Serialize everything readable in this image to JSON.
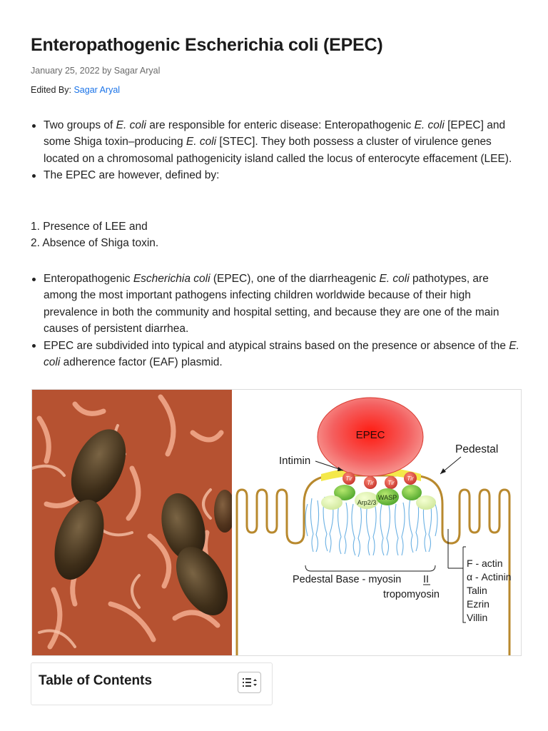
{
  "article": {
    "title": "Enteropathogenic Escherichia coli (EPEC)",
    "meta": "January 25, 2022 by Sagar Aryal",
    "edited_label": "Edited By: ",
    "edited_by": "Sagar Aryal"
  },
  "intro_bullets": [
    {
      "segments": [
        {
          "text": "Two groups of ",
          "italic": false
        },
        {
          "text": "E. coli",
          "italic": true
        },
        {
          "text": " are responsible for enteric disease: Enteropathogenic ",
          "italic": false
        },
        {
          "text": "E. coli",
          "italic": true
        },
        {
          "text": " [EPEC] and some Shiga toxin–producing ",
          "italic": false
        },
        {
          "text": "E. coli",
          "italic": true
        },
        {
          "text": " [STEC]. They both possess a cluster of virulence genes located on a chromosomal pathogenicity island called the locus of enterocyte effacement (LEE).",
          "italic": false
        }
      ]
    },
    {
      "segments": [
        {
          "text": "The EPEC are however, defined by:",
          "italic": false
        }
      ]
    }
  ],
  "numbered": [
    "1. Presence of LEE and",
    "2. Absence of Shiga toxin."
  ],
  "main_bullets": [
    {
      "segments": [
        {
          "text": "Enteropathogenic ",
          "italic": false
        },
        {
          "text": "Escherichia coli",
          "italic": true
        },
        {
          "text": " (EPEC), one of the diarrheagenic ",
          "italic": false
        },
        {
          "text": "E. coli",
          "italic": true
        },
        {
          "text": " pathotypes, are among the most important pathogens infecting children worldwide because of their high prevalence in both the community and hospital setting, and because they are one of the main causes of persistent diarrhea.",
          "italic": false
        }
      ]
    },
    {
      "segments": [
        {
          "text": "EPEC are subdivided into typical and atypical strains based on the presence or absence of the ",
          "italic": false
        },
        {
          "text": "E. coli",
          "italic": true
        },
        {
          "text": " adherence factor (EAF) plasmid.",
          "italic": false
        }
      ]
    }
  ],
  "diagram": {
    "epec": "EPEC",
    "intimin": "Intimin",
    "pedestal": "Pedestal",
    "tir": "Tir",
    "arp": "Arp2/3",
    "wasp": "WASP",
    "base_line1": "Pedestal Base - myosin",
    "base_roman": "II",
    "base_line2": "tropomyosin",
    "proteins": [
      "F - actin",
      "α - Actinin",
      "Talin",
      "Ezrin",
      "Villin"
    ]
  },
  "toc": {
    "title": "Table of Contents"
  },
  "colors": {
    "link": "#1a73e8",
    "epec_fill": "#f0403a",
    "membrane": "#b8892e",
    "fiber": "#5aa8e0",
    "arp_green": "#6cbf3a",
    "tir_red": "#d8463a",
    "photo_bg": "#b84a2e",
    "bacterium": "#4d3a22"
  }
}
